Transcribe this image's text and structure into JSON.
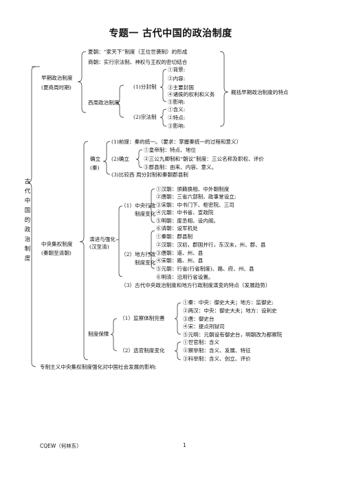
{
  "title": "专题一 古代中国的政治制度",
  "root_label": "古代中国的政治制度",
  "early": {
    "label1": "早期政治制度",
    "label2": "(夏商周时期)",
    "xia": "夏朝：“家天下”制度（王位世袭制）的形成",
    "shang": "商朝：实行宗法制、神权与王权的密切结合",
    "west_zhou": "西周政治制度",
    "fenfeng": "(1)分封制",
    "fenfeng_items": [
      "①背景:",
      "②内容:",
      "③主要封国",
      "④诸侯的权利和义务",
      "⑤影响:"
    ],
    "zongfa": "(2)宗法制",
    "zongfa_items": [
      "①含义:",
      "②特点:",
      "③影响:"
    ],
    "summary": "概括早期政治制度的特点"
  },
  "central": {
    "label1": "中央集权制度",
    "label2": "(秦朝至清朝)",
    "est_label1": "确立",
    "est_label2": "(秦)",
    "est_premise": "(1)前提：秦的统一。（要求：掌握秦统一的过程和意义）",
    "est_2": "(2)确立",
    "est_2_items": [
      "①皇帝制：特点、地位",
      "②三公九卿制和“朝议”制度：三公名称及职权、评价",
      "③郡县制：由来、内容、意义。"
    ],
    "est_3": "(3)比较西    周分封制和秦朝郡县制",
    "dev_label1": "演进与强化",
    "dev_label2": "(汉至清)",
    "dev_central1": "（1）中央行政",
    "dev_central2": "制度变化",
    "dev_central_items": [
      "①汉朝：颁籍换相、中外朝制度",
      "②唐朝：三省六部制、政事堂设立;",
      "③宋朝：中书门下、枢密院、三司",
      "④元朝：中书省、宣政院",
      "⑤明朝：废丞相、设内阁。",
      "⑥清朝：设军机处"
    ],
    "dev_local1": "（2）地方行政",
    "dev_local2": "制度变化",
    "dev_local_items": [
      "①秦朝：郡县制",
      "②汉朝：汉初，郡国并行，东汉末，州、郡、县",
      "③唐朝：道、州、县",
      "④宋朝：路、州、县",
      "⑤元朝：行省(行省制度)、路、府、州、县",
      "⑥明清：沿用行省设置。"
    ],
    "dev_3": "（3）古代中央政治制度和地方行政制度演变的特点（发展趋势）",
    "guar_label": "制度保障",
    "guar_sup": "（1）监察体制完善",
    "guar_sup_items": [
      "①秦：中央：御史大夫；地方：监御史;",
      "②两汉：中央：御史大夫；地方：设刺史",
      "③唐：御史台",
      "④宋：提点刑狱司",
      "⑤元明：元朝设有御史台，明朝改为都察院"
    ],
    "guar_sel": "（2）选官制度变化",
    "guar_sel_items": [
      "①世官制：含义",
      "②察举制：含义、发展、特征",
      "③科举制：含义、创立、评价"
    ]
  },
  "final_line": "专制主义中央集权制度强化对中国社会发展的影响:",
  "footer_left": "CQEW（何林东）",
  "page_number": "1"
}
